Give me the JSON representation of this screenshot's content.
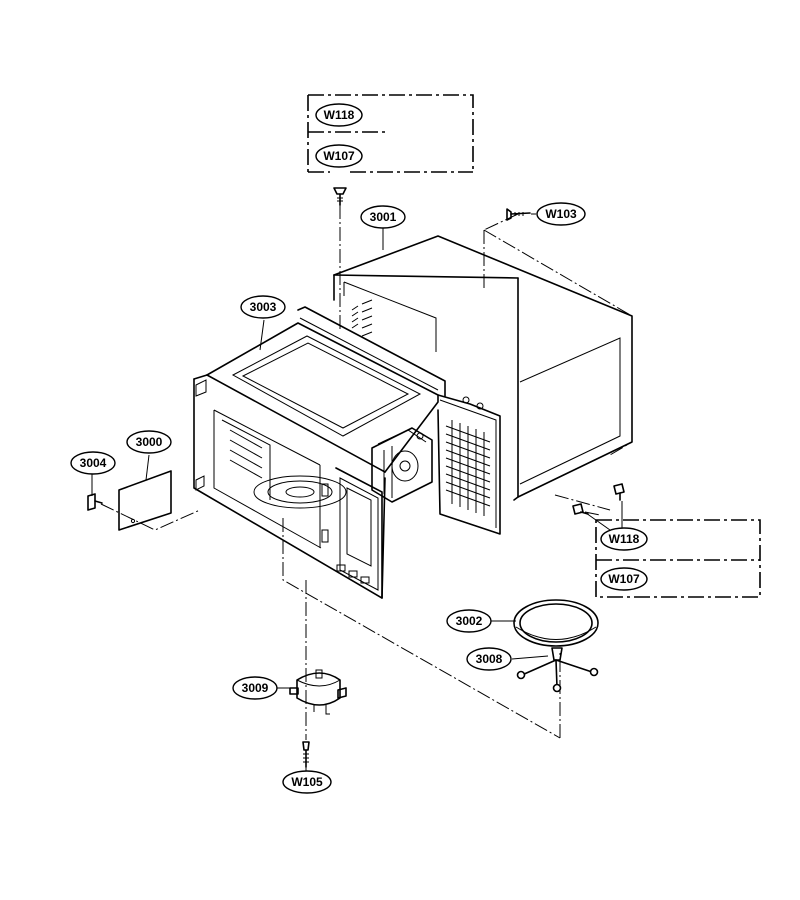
{
  "callouts": {
    "w118_top": "W118",
    "w107_top": "W107",
    "w103": "W103",
    "c3001": "3001",
    "c3003": "3003",
    "c3000": "3000",
    "c3004": "3004",
    "w118_right": "W118",
    "w107_right": "W107",
    "c3002": "3002",
    "c3008": "3008",
    "c3009": "3009",
    "w105": "W105"
  }
}
